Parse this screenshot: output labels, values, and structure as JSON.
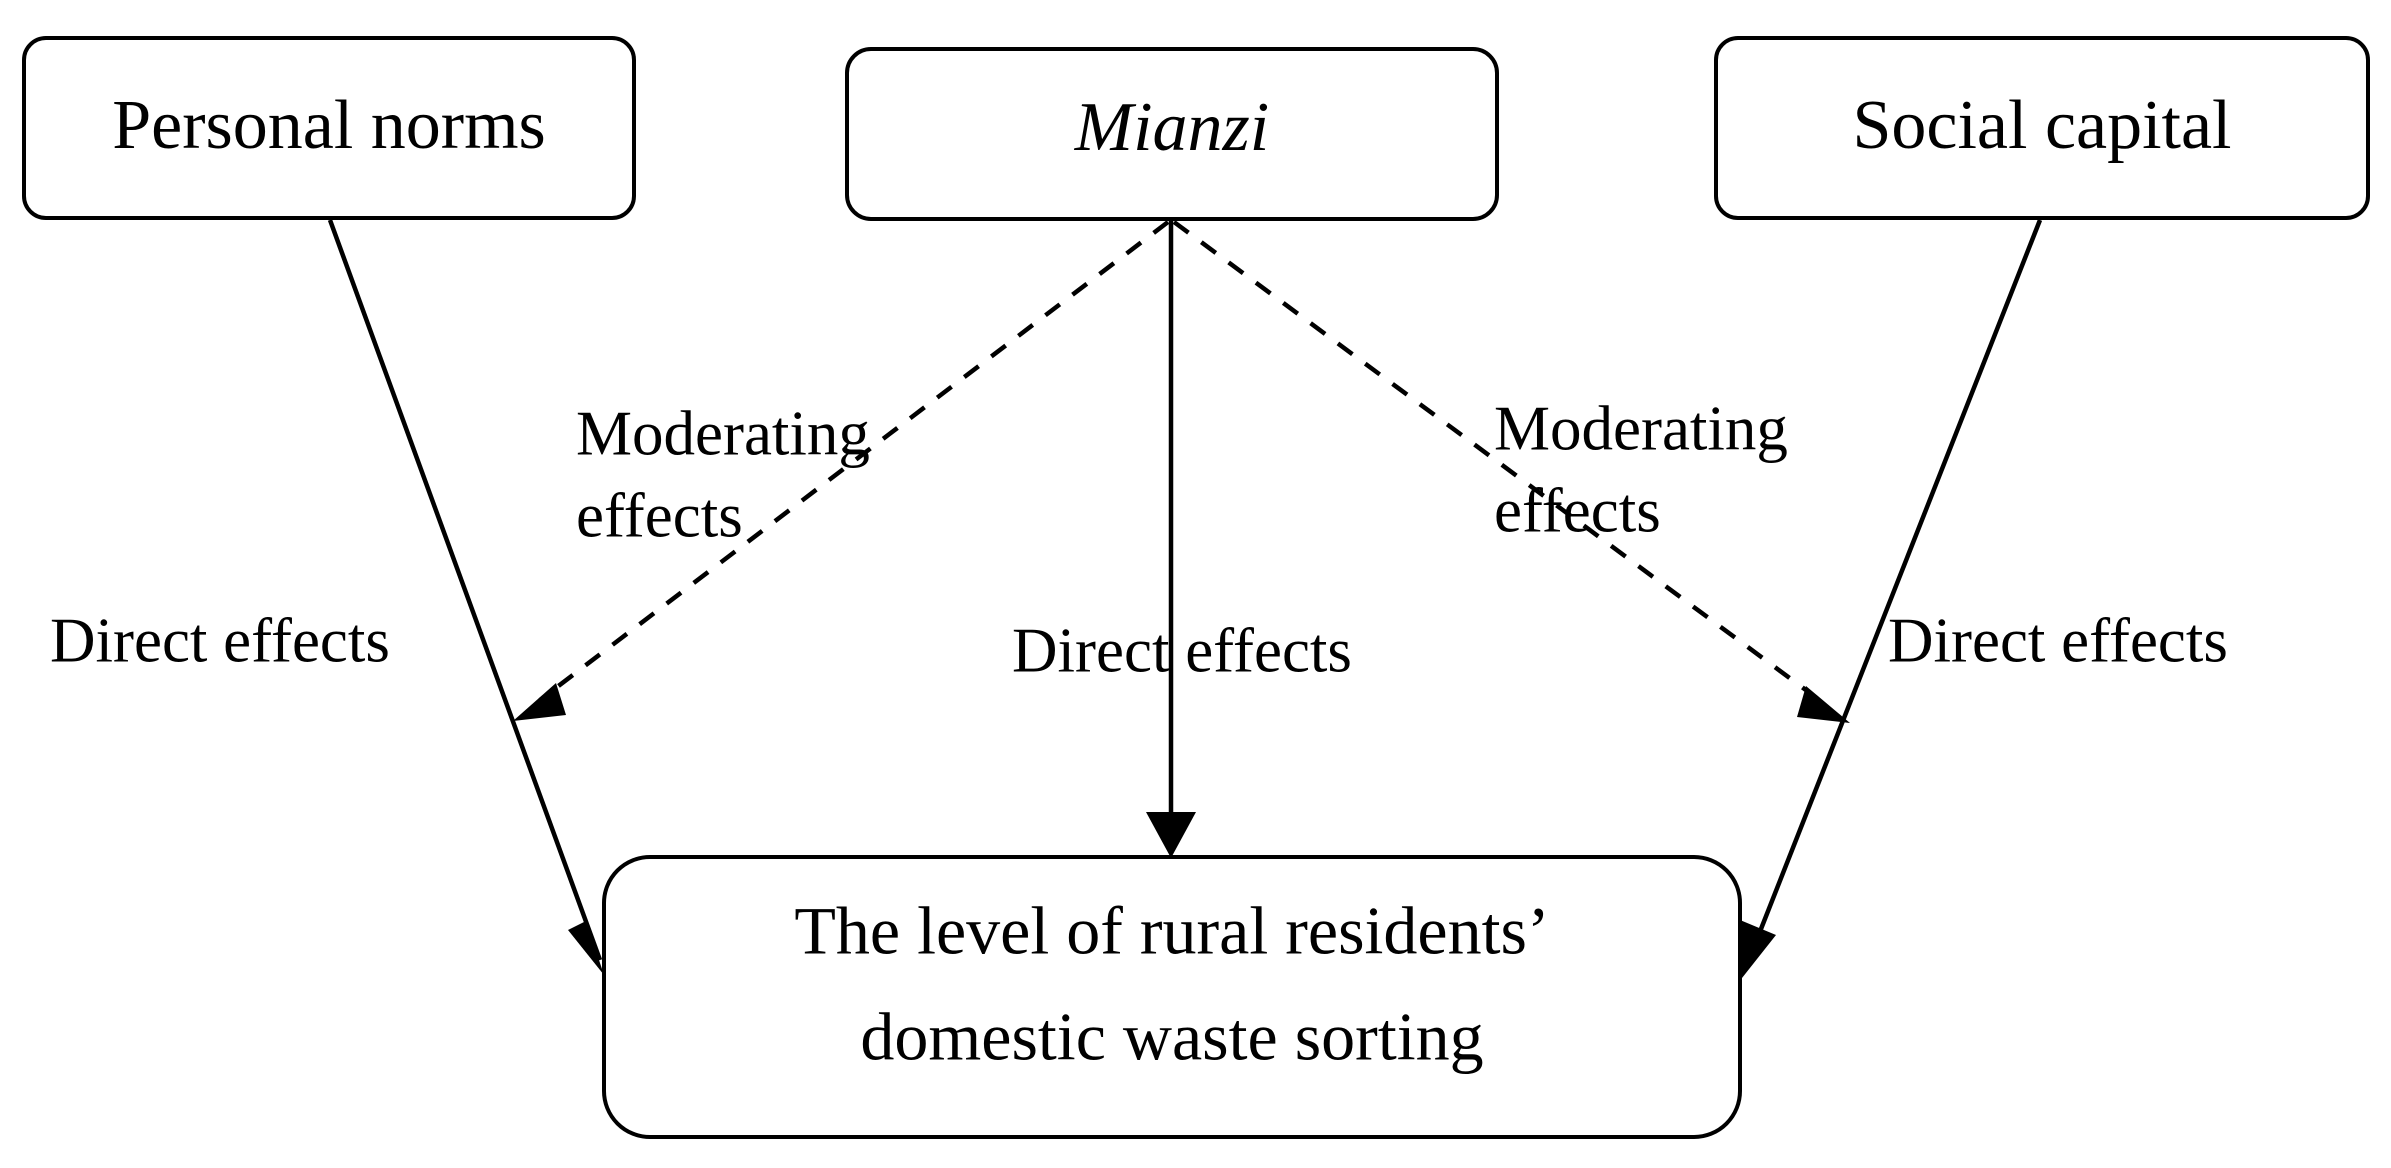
{
  "diagram": {
    "type": "conceptual-framework",
    "background_color": "#ffffff",
    "line_color": "#000000",
    "nodes": [
      {
        "id": "personal-norms",
        "label": "Personal norms",
        "style": "normal",
        "role": "predictor"
      },
      {
        "id": "mianzi",
        "label": "Mianzi",
        "style": "italic",
        "role": "predictor-moderator"
      },
      {
        "id": "social-capital",
        "label": "Social capital",
        "style": "normal",
        "role": "predictor"
      },
      {
        "id": "outcome",
        "label_line_1": "The level of rural residents’",
        "label_line_2": "domestic waste sorting",
        "style": "normal",
        "role": "outcome"
      }
    ],
    "edges": [
      {
        "id": "e-personal-direct",
        "from": "personal-norms",
        "to": "outcome",
        "line": "solid",
        "label": "Direct effects"
      },
      {
        "id": "e-mianzi-direct",
        "from": "mianzi",
        "to": "outcome",
        "line": "solid",
        "label": "Direct effects"
      },
      {
        "id": "e-social-direct",
        "from": "social-capital",
        "to": "outcome",
        "line": "solid",
        "label": "Direct effects"
      },
      {
        "id": "e-mianzi-mod-left",
        "from": "mianzi",
        "to": "e-personal-direct",
        "line": "dashed",
        "label_line_1": "Moderating",
        "label_line_2": "effects"
      },
      {
        "id": "e-mianzi-mod-right",
        "from": "mianzi",
        "to": "e-social-direct",
        "line": "dashed",
        "label_line_1": "Moderating",
        "label_line_2": "effects"
      }
    ]
  }
}
